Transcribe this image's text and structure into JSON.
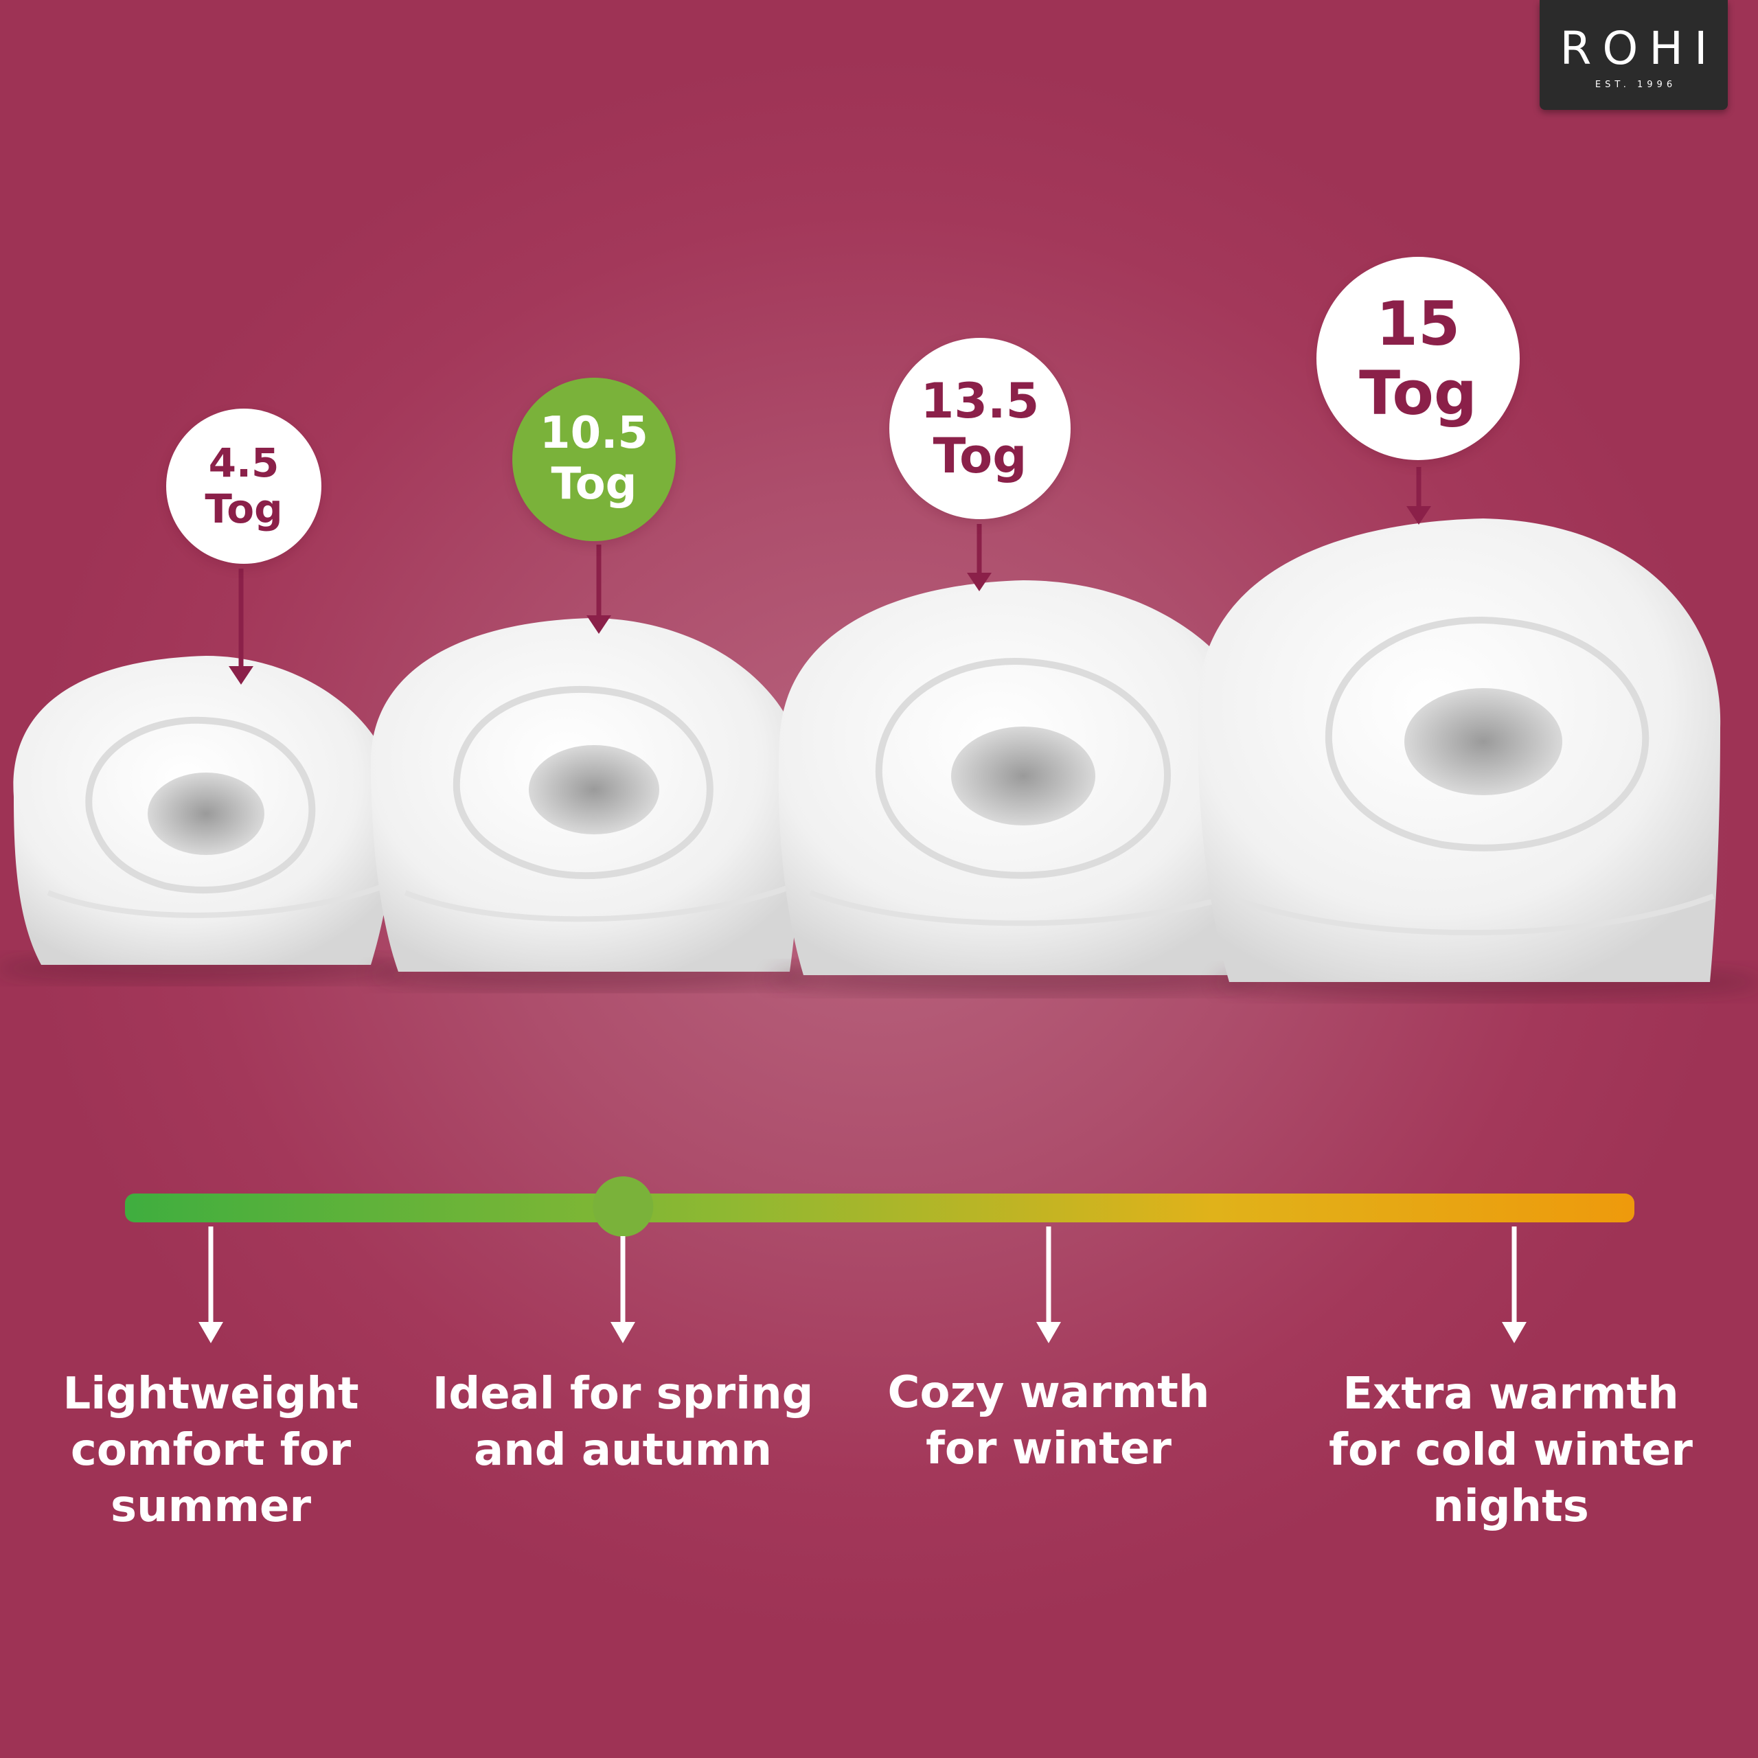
{
  "brand": {
    "name": "ROHI",
    "tagline": "EST. 1996"
  },
  "tog_badges": [
    {
      "value": "4.5",
      "unit": "Tog",
      "active": false
    },
    {
      "value": "10.5",
      "unit": "Tog",
      "active": true
    },
    {
      "value": "13.5",
      "unit": "Tog",
      "active": false
    },
    {
      "value": "15",
      "unit": "Tog",
      "active": false
    }
  ],
  "scale": {
    "gradient_colors": [
      "#3fae3f",
      "#8fb832",
      "#e0b21a",
      "#ee9a0c"
    ],
    "marker_color": "#7ab23a",
    "marker_level": 0.33
  },
  "descriptions": [
    {
      "lines": [
        "Lightweight",
        "comfort for",
        "summer"
      ]
    },
    {
      "lines": [
        "Ideal for spring",
        "and autumn"
      ]
    },
    {
      "lines": [
        "Cozy warmth",
        "for winter"
      ]
    },
    {
      "lines": [
        "Extra warmth",
        "for cold winter",
        "nights"
      ]
    }
  ],
  "colors": {
    "accent": "#8b2049",
    "active": "#7ab23a",
    "background": "#a3385a"
  }
}
